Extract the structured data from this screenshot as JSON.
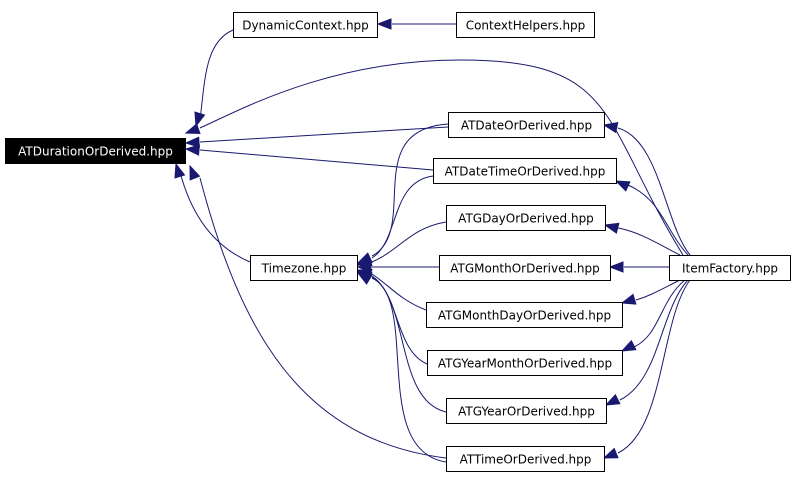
{
  "diagram": {
    "nodes": [
      {
        "id": "atduration",
        "label": "ATDurationOrDerived.hpp",
        "highlighted": true
      },
      {
        "id": "dynamiccontext",
        "label": "DynamicContext.hpp"
      },
      {
        "id": "contexthelpers",
        "label": "ContextHelpers.hpp"
      },
      {
        "id": "atdate",
        "label": "ATDateOrDerived.hpp"
      },
      {
        "id": "atdatetime",
        "label": "ATDateTimeOrDerived.hpp"
      },
      {
        "id": "atgday",
        "label": "ATGDayOrDerived.hpp"
      },
      {
        "id": "timezone",
        "label": "Timezone.hpp"
      },
      {
        "id": "atgmonth",
        "label": "ATGMonthOrDerived.hpp"
      },
      {
        "id": "itemfactory",
        "label": "ItemFactory.hpp"
      },
      {
        "id": "atgmonthday",
        "label": "ATGMonthDayOrDerived.hpp"
      },
      {
        "id": "atgyearmonth",
        "label": "ATGYearMonthOrDerived.hpp"
      },
      {
        "id": "atgyear",
        "label": "ATGYearOrDerived.hpp"
      },
      {
        "id": "attime",
        "label": "ATTimeOrDerived.hpp"
      }
    ],
    "edges": [
      {
        "from": "dynamiccontext",
        "to": "atduration"
      },
      {
        "from": "contexthelpers",
        "to": "dynamiccontext"
      },
      {
        "from": "itemfactory",
        "to": "atduration"
      },
      {
        "from": "atdate",
        "to": "atduration"
      },
      {
        "from": "atdatetime",
        "to": "atduration"
      },
      {
        "from": "timezone",
        "to": "atduration"
      },
      {
        "from": "attime",
        "to": "atduration"
      },
      {
        "from": "atdate",
        "to": "timezone"
      },
      {
        "from": "atdatetime",
        "to": "timezone"
      },
      {
        "from": "atgday",
        "to": "timezone"
      },
      {
        "from": "atgmonth",
        "to": "timezone"
      },
      {
        "from": "atgmonthday",
        "to": "timezone"
      },
      {
        "from": "atgyearmonth",
        "to": "timezone"
      },
      {
        "from": "atgyear",
        "to": "timezone"
      },
      {
        "from": "attime",
        "to": "timezone"
      },
      {
        "from": "itemfactory",
        "to": "atdate"
      },
      {
        "from": "itemfactory",
        "to": "atdatetime"
      },
      {
        "from": "itemfactory",
        "to": "atgday"
      },
      {
        "from": "itemfactory",
        "to": "atgmonth"
      },
      {
        "from": "itemfactory",
        "to": "atgmonthday"
      },
      {
        "from": "itemfactory",
        "to": "atgyearmonth"
      },
      {
        "from": "itemfactory",
        "to": "atgyear"
      },
      {
        "from": "itemfactory",
        "to": "attime"
      }
    ],
    "colors": {
      "edge": "#191970",
      "node_fill": "#ffffff",
      "node_border": "#000000",
      "node_text": "#000000",
      "highlight_fill": "#000000",
      "highlight_text": "#ffffff"
    }
  }
}
